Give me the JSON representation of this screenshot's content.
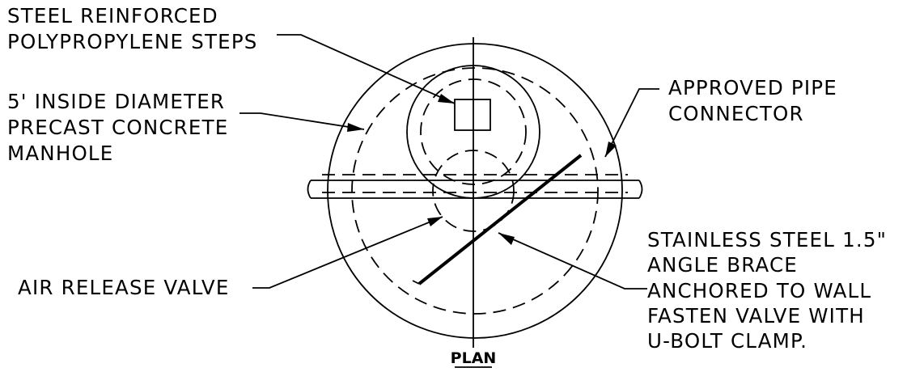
{
  "callouts": {
    "steps": [
      "STEEL REINFORCED",
      "POLYPROPYLENE STEPS"
    ],
    "manhole": [
      "5' INSIDE DIAMETER",
      "PRECAST CONCRETE",
      "MANHOLE"
    ],
    "connector": [
      "APPROVED PIPE",
      "CONNECTOR"
    ],
    "valve": [
      "AIR RELEASE VALVE"
    ],
    "brace": [
      "STAINLESS STEEL 1.5\"",
      "ANGLE BRACE",
      "ANCHORED TO WALL",
      "FASTEN VALVE WITH",
      "U-BOLT CLAMP."
    ]
  },
  "title": "PLAN"
}
